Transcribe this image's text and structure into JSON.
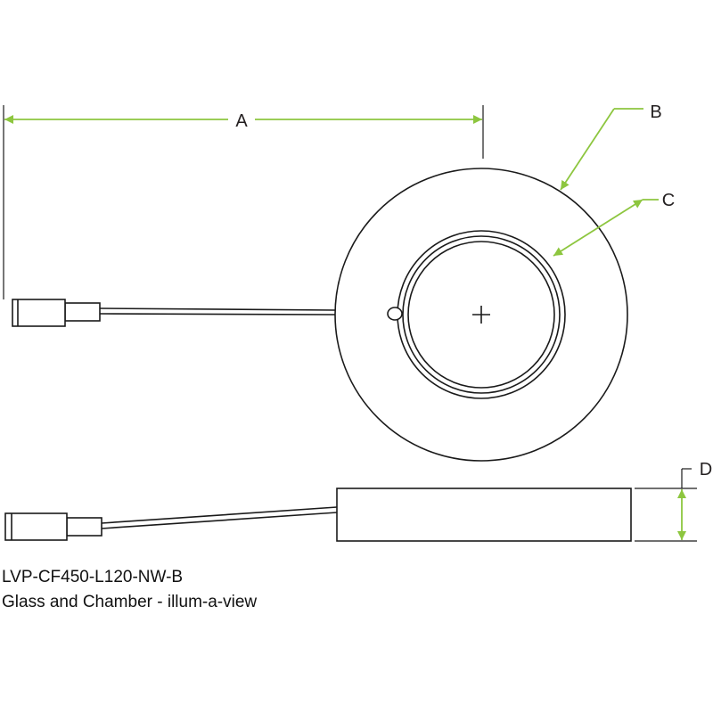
{
  "colors": {
    "outline": "#1a1a1a",
    "dimension": "#8dc63f",
    "text": "#231f20"
  },
  "dimensions": {
    "a": "A",
    "b": "B",
    "c": "C",
    "d": "D"
  },
  "caption": {
    "model": "LVP-CF450-L120-NW-B",
    "description": "Glass and Chamber - illum-a-view"
  }
}
